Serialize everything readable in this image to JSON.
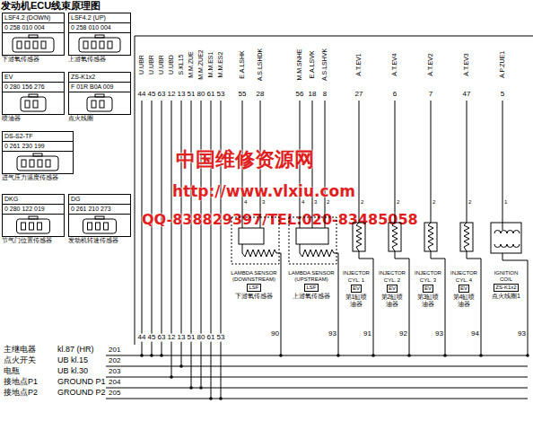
{
  "diagram": {
    "title": "发动机ECU线束原理图",
    "nodes": [
      {
        "text": [
          "LSF4.2 (DOWN)",
          "0 258 010 004",
          "下游氧传感器"
        ]
      },
      {
        "text": [
          "LSF4.2 (UP)",
          "0 258 010 004",
          "上游氧传感器"
        ]
      },
      {
        "text": [
          "EV",
          "0 280 156 276",
          "喷油器"
        ]
      },
      {
        "text": [
          "ZS-K1x2",
          "F 01R B0A 009",
          "点火线圈"
        ]
      },
      {
        "text": [
          "DS-S2-TF",
          "0 261 230 199",
          "进气压力温度传感器"
        ]
      },
      {
        "text": [
          "DKG",
          "0 280 122 019",
          "节气门位置传感器"
        ]
      },
      {
        "text": [
          "DG",
          "0 261 210 273",
          "发动机转速传感器"
        ]
      },
      {
        "text": [
          "LAMBDA SENSOR (DOWNSTREAM)",
          "LSF",
          "下游氧传感器"
        ]
      },
      {
        "text": [
          "LAMBDA SENSOR (UPSTREAM)",
          "LSF",
          "上游氧传感器"
        ]
      },
      {
        "text": [
          "INJECTOR",
          "CYL. 1",
          "EV",
          "第1缸喷油器"
        ]
      },
      {
        "text": [
          "INJECTOR",
          "CYL. 2",
          "EV",
          "第2缸喷油器"
        ]
      },
      {
        "text": [
          "INJECTOR",
          "CYL. 3",
          "EV",
          "第3缸喷油器"
        ]
      },
      {
        "text": [
          "INJECTOR",
          "CYL. 4",
          "EV",
          "第4缸喷油器"
        ]
      },
      {
        "text": [
          "IGNITION COIL",
          "ZS-K1x2",
          "点火线圈1"
        ]
      }
    ],
    "labels": [
      "U.UBR",
      "U.UBR",
      "U.UBR",
      "U.UBD",
      "S.KL15",
      "M.M.ZUE",
      "M.M.ZUE2",
      "M.M.ES1",
      "M.M.ES2",
      "E.A.LSHK",
      "A.S.LSHDK",
      "M.M.SNHE",
      "E.A.LSVK",
      "A.S.LSHVK",
      "A.T.EV1",
      "A.T.EV4",
      "A.T.EV2",
      "A.T.EV3",
      "A.P.ZUE1",
      "44",
      "45",
      "63",
      "12",
      "13",
      "51",
      "80",
      "61",
      "53",
      "55",
      "28",
      "56",
      "18",
      "8",
      "27",
      "6",
      "7",
      "47",
      "5",
      "4",
      "3",
      "4",
      "3",
      "2",
      "2",
      "2",
      "2",
      "2",
      "1",
      "44",
      "45",
      "63",
      "12",
      "13",
      "51",
      "80",
      "61",
      "53",
      "90",
      "93",
      "91",
      "92",
      "93",
      "94",
      "93",
      "主继电器",
      "kl.87 (HR)",
      "201",
      "点火开关",
      "UB kl.15",
      "202",
      "电瓶",
      "UB kl.30",
      "203",
      "接地点P1",
      "GROUND P1",
      "204",
      "接地点P2",
      "GROUND P2",
      "205",
      "中国维修资源网",
      "http://www.vlxiu.com",
      "QQ-838829397/TEL:020-83485058"
    ]
  }
}
